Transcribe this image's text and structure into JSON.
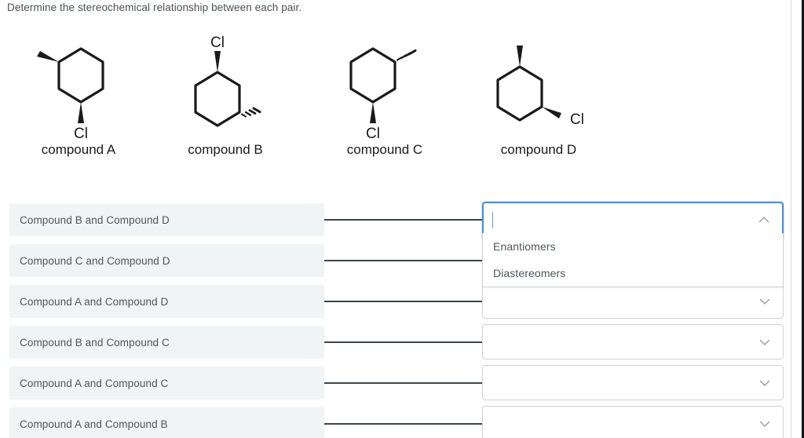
{
  "prompt": "Determine the stereochemical relationship between each pair.",
  "compounds": [
    {
      "label": "compound A",
      "id": "A"
    },
    {
      "label": "compound B",
      "id": "B"
    },
    {
      "label": "compound C",
      "id": "C"
    },
    {
      "label": "compound D",
      "id": "D"
    }
  ],
  "substituent_labels": {
    "chlorine": "Cl"
  },
  "rows": [
    {
      "pair": "Compound B and Compound D",
      "value": "",
      "state": "focused-open",
      "chevron": "chevron-up-icon"
    },
    {
      "pair": "Compound C and Compound D",
      "value": "",
      "state": "closed",
      "chevron": "chevron-down-icon"
    },
    {
      "pair": "Compound A and Compound D",
      "value": "",
      "state": "closed",
      "chevron": "chevron-down-icon"
    },
    {
      "pair": "Compound B and Compound C",
      "value": "",
      "state": "closed",
      "chevron": "chevron-down-icon"
    },
    {
      "pair": "Compound A and Compound C",
      "value": "",
      "state": "closed",
      "chevron": "chevron-down-icon"
    },
    {
      "pair": "Compound A and Compound B",
      "value": "",
      "state": "closed",
      "chevron": "chevron-down-icon"
    }
  ],
  "dropdown": {
    "open": true,
    "options": [
      "Enantiomers",
      "Diastereomers"
    ]
  },
  "colors": {
    "pair_background": "#f1f4f5",
    "pair_text": "#4f555c",
    "connector": "#3c4450",
    "focus_border": "#4a90d9",
    "select_border": "#ced2d6",
    "prompt_text": "#4a4f55",
    "bond": "#1a1a1a",
    "caret": "#6b9fd4"
  }
}
